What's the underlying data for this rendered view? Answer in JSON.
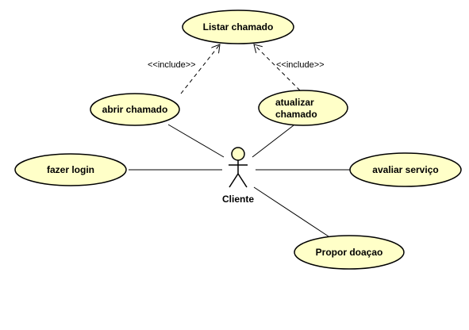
{
  "colors": {
    "usecase_fill": "#ffffc8",
    "stroke": "#000000",
    "background": "#ffffff"
  },
  "actor": {
    "name": "Cliente"
  },
  "use_cases": {
    "listar_chamado": "Listar chamado",
    "abrir_chamado": "abrir chamado",
    "atualizar_chamado_line1": "atualizar",
    "atualizar_chamado_line2": "chamado",
    "fazer_login": "fazer login",
    "avaliar_servico": "avaliar serviço",
    "propor_doacao": "Propor doaçao"
  },
  "relationships": {
    "include_left": "<<include>>",
    "include_right": "<<include>>"
  }
}
